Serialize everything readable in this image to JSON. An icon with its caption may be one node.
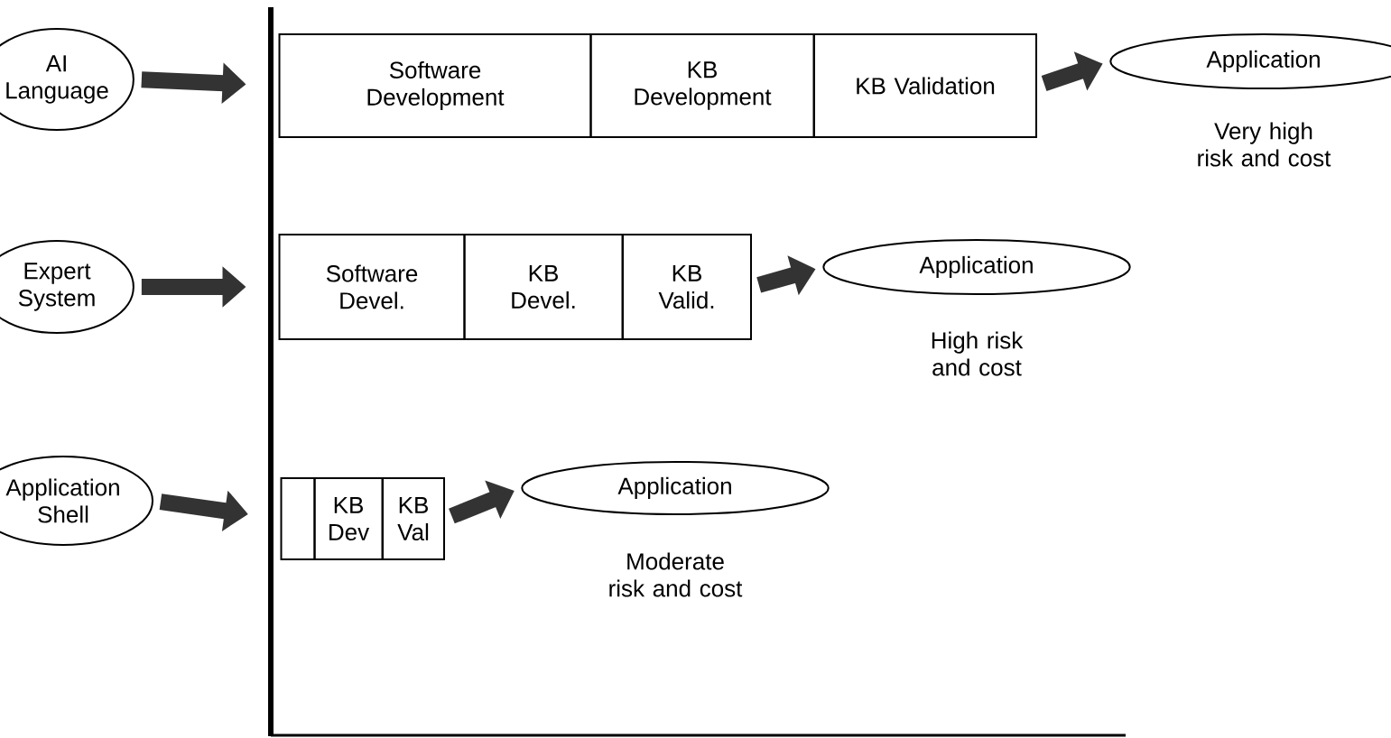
{
  "diagram": {
    "nodes": [
      {
        "text": [
          "AI Language"
        ]
      },
      {
        "text": [
          "Software Development"
        ]
      },
      {
        "text": [
          "KB Development"
        ]
      },
      {
        "text": [
          "KB Validation"
        ]
      },
      {
        "text": [
          "Application"
        ],
        "beside": [
          "Very high risk and cost"
        ]
      },
      {
        "text": [
          "Expert System"
        ]
      },
      {
        "text": [
          "Software Devel."
        ]
      },
      {
        "text": [
          "KB Devel."
        ]
      },
      {
        "text": [
          "KB Valid."
        ]
      },
      {
        "text": [
          "Application"
        ],
        "beside": [
          "High risk and cost"
        ]
      },
      {
        "text": [
          "Application Shell"
        ]
      },
      {
        "text": [],
        "shape": "box"
      },
      {
        "text": [
          "KB Dev"
        ]
      },
      {
        "text": [
          "KB Val"
        ]
      },
      {
        "text": [
          "Application"
        ],
        "beside": [
          "Moderate risk and cost"
        ]
      }
    ],
    "edges": [
      {
        "from": 0,
        "to": 1,
        "arrow": "to"
      },
      {
        "from": 3,
        "to": 4,
        "arrow": "to"
      },
      {
        "from": 5,
        "to": 6,
        "arrow": "to"
      },
      {
        "from": 8,
        "to": 9,
        "arrow": "to"
      },
      {
        "from": 10,
        "to": 11,
        "arrow": "to"
      },
      {
        "from": 13,
        "to": 14,
        "arrow": "to"
      }
    ]
  }
}
